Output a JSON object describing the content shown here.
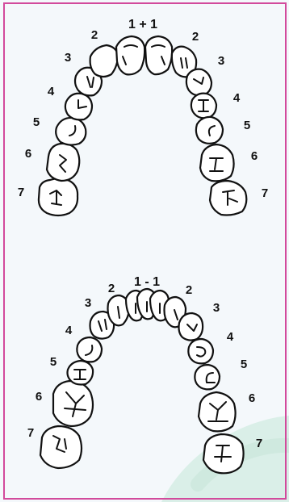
{
  "colors": {
    "frame": "#d24a9c",
    "background": "#f4f8fb",
    "watermark": "#d8efe6",
    "ink": "#111111"
  },
  "upper_arch": {
    "midline_label": "1 + 1",
    "left_labels": [
      "2",
      "3",
      "4",
      "5",
      "6",
      "7"
    ],
    "right_labels": [
      "2",
      "3",
      "4",
      "5",
      "6",
      "7"
    ]
  },
  "lower_arch": {
    "midline_label": "1 - 1",
    "left_labels": [
      "2",
      "3",
      "4",
      "5",
      "6",
      "7"
    ],
    "right_labels": [
      "2",
      "3",
      "4",
      "5",
      "6",
      "7"
    ]
  }
}
